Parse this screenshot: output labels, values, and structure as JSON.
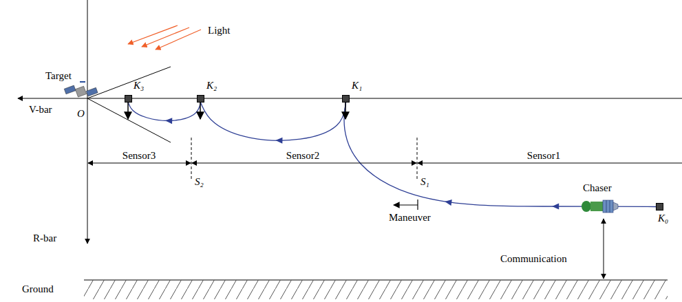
{
  "diagram": {
    "nodes": [
      {
        "text": [
          "K₀"
        ]
      },
      {
        "text": [
          "K₁"
        ]
      },
      {
        "text": [
          "K₂"
        ]
      },
      {
        "text": [
          "K₃"
        ]
      }
    ],
    "edges": [
      {
        "from": 0,
        "to": 1,
        "arrow": "to"
      },
      {
        "from": 1,
        "to": 2,
        "arrow": "to"
      },
      {
        "from": 2,
        "to": 3,
        "arrow": "to"
      }
    ],
    "labels": [
      "Light",
      "Target",
      "O",
      "V-bar",
      "Sensor3",
      "S₂",
      "Sensor2",
      "S₁",
      "Sensor1",
      "R-bar",
      "Maneuver",
      "Chaser",
      "Communication",
      "Ground"
    ]
  }
}
